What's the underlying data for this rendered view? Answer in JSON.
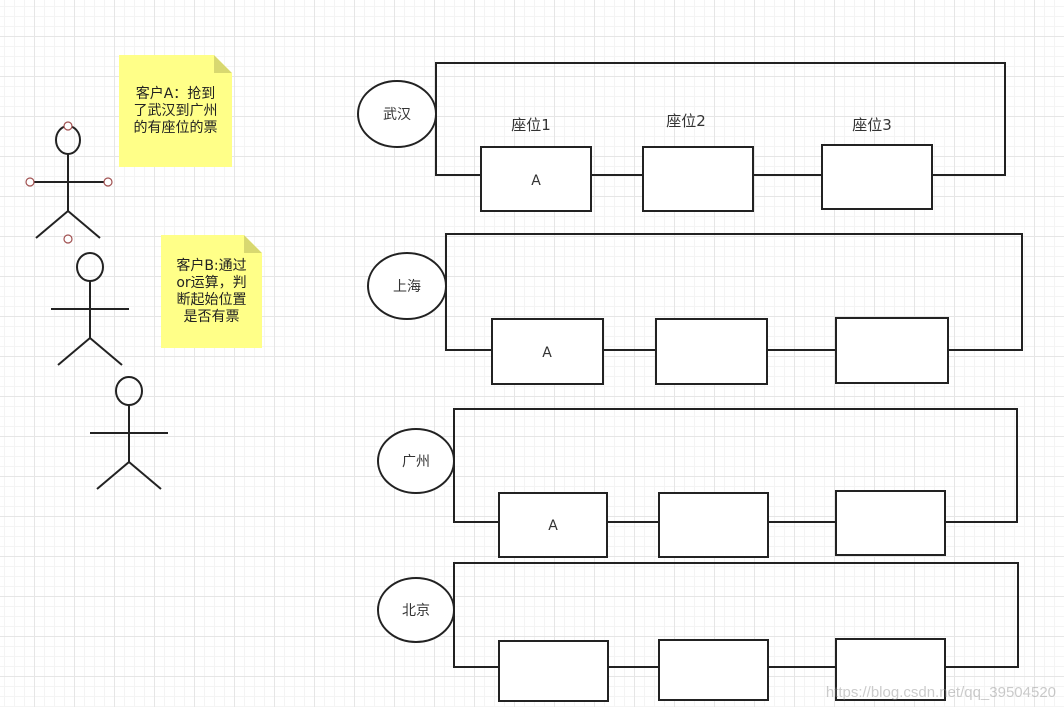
{
  "notes": {
    "customer_a": "客户A：抢到\n了武汉到广州\n的有座位的票",
    "customer_b": "客户B:通过\nor运算，判\n断起始位置\n是否有票"
  },
  "seat_headers": [
    "座位1",
    "座位2",
    "座位3"
  ],
  "stations": [
    {
      "name": "武汉",
      "seats": [
        "A",
        "",
        ""
      ]
    },
    {
      "name": "上海",
      "seats": [
        "A",
        "",
        ""
      ]
    },
    {
      "name": "广州",
      "seats": [
        "A",
        "",
        ""
      ]
    },
    {
      "name": "北京",
      "seats": [
        "",
        "",
        ""
      ]
    }
  ],
  "watermark": "https://blog.csdn.net/qq_39504520"
}
